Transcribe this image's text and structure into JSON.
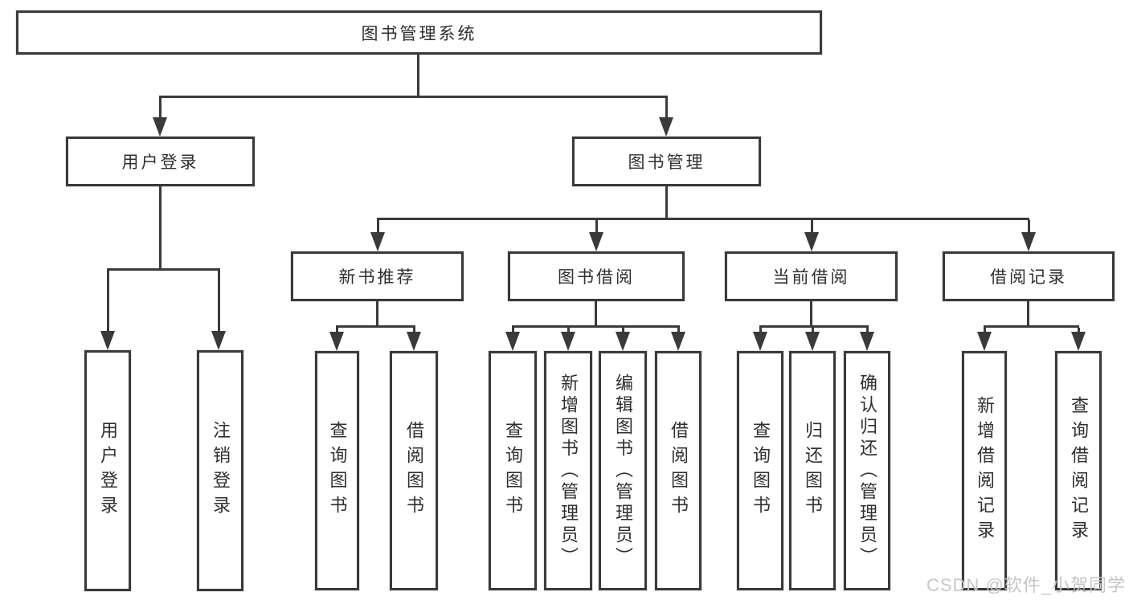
{
  "nodes": {
    "root": "图书管理系统",
    "user_login": "用户登录",
    "book_mgmt": "图书管理",
    "new_book": "新书推荐",
    "book_borrow": "图书借阅",
    "current_borrow": "当前借阅",
    "borrow_record": "借阅记录"
  },
  "leaves": {
    "user_login": [
      "用户登录",
      "注销登录"
    ],
    "new_book": [
      "查询图书",
      "借阅图书"
    ],
    "book_borrow": [
      "查询图书",
      "新增图书（管理员）",
      "编辑图书（管理员）",
      "借阅图书"
    ],
    "current_borrow": [
      "查询图书",
      "归还图书",
      "确认归还（管理员）"
    ],
    "borrow_record": [
      "新增借阅记录",
      "查询借阅记录"
    ]
  },
  "watermark": "CSDN @软件_小贺同学",
  "colors": {
    "line": "#3a3a3a",
    "text": "#2f2f2f",
    "watermark": "#c7c7c7",
    "background": "#ffffff"
  }
}
